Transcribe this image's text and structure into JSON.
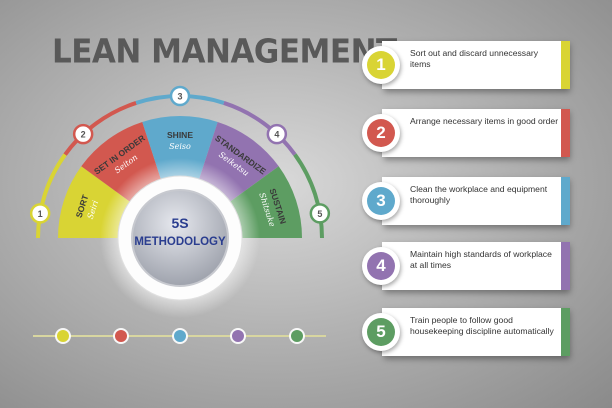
{
  "title": "LEAN MANAGEMENT",
  "center": {
    "line1": "5S",
    "line2": "METHODOLOGY"
  },
  "colors": {
    "c1": "#d9d434",
    "c2": "#d2584f",
    "c3": "#5fa9cc",
    "c4": "#9273b0",
    "c5": "#5d9d62"
  },
  "segments": [
    {
      "number": "1",
      "en": "SORT",
      "jp": "Seiri"
    },
    {
      "number": "2",
      "en": "SET IN ORDER",
      "jp": "Seiton"
    },
    {
      "number": "3",
      "en": "SHINE",
      "jp": "Seiso"
    },
    {
      "number": "4",
      "en": "STANDARDIZE",
      "jp": "Seiketsu"
    },
    {
      "number": "5",
      "en": "SUSTAIN",
      "jp": "Shitsuke"
    }
  ],
  "steps": [
    {
      "number": "1",
      "text": "Sort out and discard unnecessary items"
    },
    {
      "number": "2",
      "text": "Arrange necessary items in good order"
    },
    {
      "number": "3",
      "text": "Clean the workplace and equipment thoroughly"
    },
    {
      "number": "4",
      "text": "Maintain high standards  of workplace at all times"
    },
    {
      "number": "5",
      "text": "Train people to follow good housekeeping discipline automatically"
    }
  ]
}
